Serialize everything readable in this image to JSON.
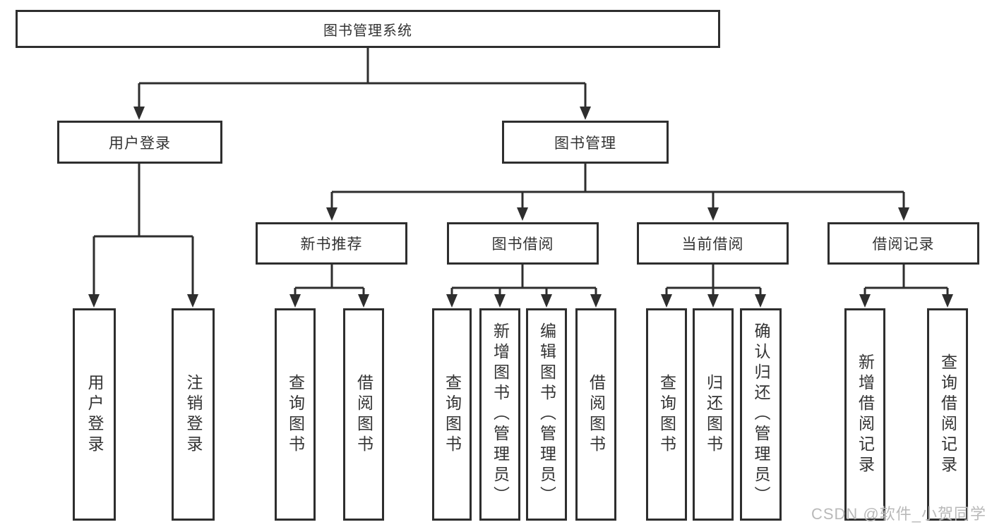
{
  "colors": {
    "background": "#ffffff",
    "line": "#2e2e2e",
    "box_border": "#2e2e2e",
    "text": "#333333",
    "watermark": "#b9b9b9"
  },
  "watermark": {
    "text": "CSDN @软件_小贺同学"
  },
  "tree": {
    "label": "图书管理系统",
    "children": [
      {
        "label": "用户登录",
        "children": [
          {
            "label": "用户登录"
          },
          {
            "label": "注销登录"
          }
        ]
      },
      {
        "label": "图书管理",
        "children": [
          {
            "label": "新书推荐",
            "children": [
              {
                "label": "查询图书"
              },
              {
                "label": "借阅图书"
              }
            ]
          },
          {
            "label": "图书借阅",
            "children": [
              {
                "label": "查询图书"
              },
              {
                "label": "新增图书（管理员）"
              },
              {
                "label": "编辑图书（管理员）"
              },
              {
                "label": "借阅图书"
              }
            ]
          },
          {
            "label": "当前借阅",
            "children": [
              {
                "label": "查询图书"
              },
              {
                "label": "归还图书"
              },
              {
                "label": "确认归还（管理员）"
              }
            ]
          },
          {
            "label": "借阅记录",
            "children": [
              {
                "label": "新增借阅记录"
              },
              {
                "label": "查询借阅记录"
              }
            ]
          }
        ]
      }
    ]
  }
}
